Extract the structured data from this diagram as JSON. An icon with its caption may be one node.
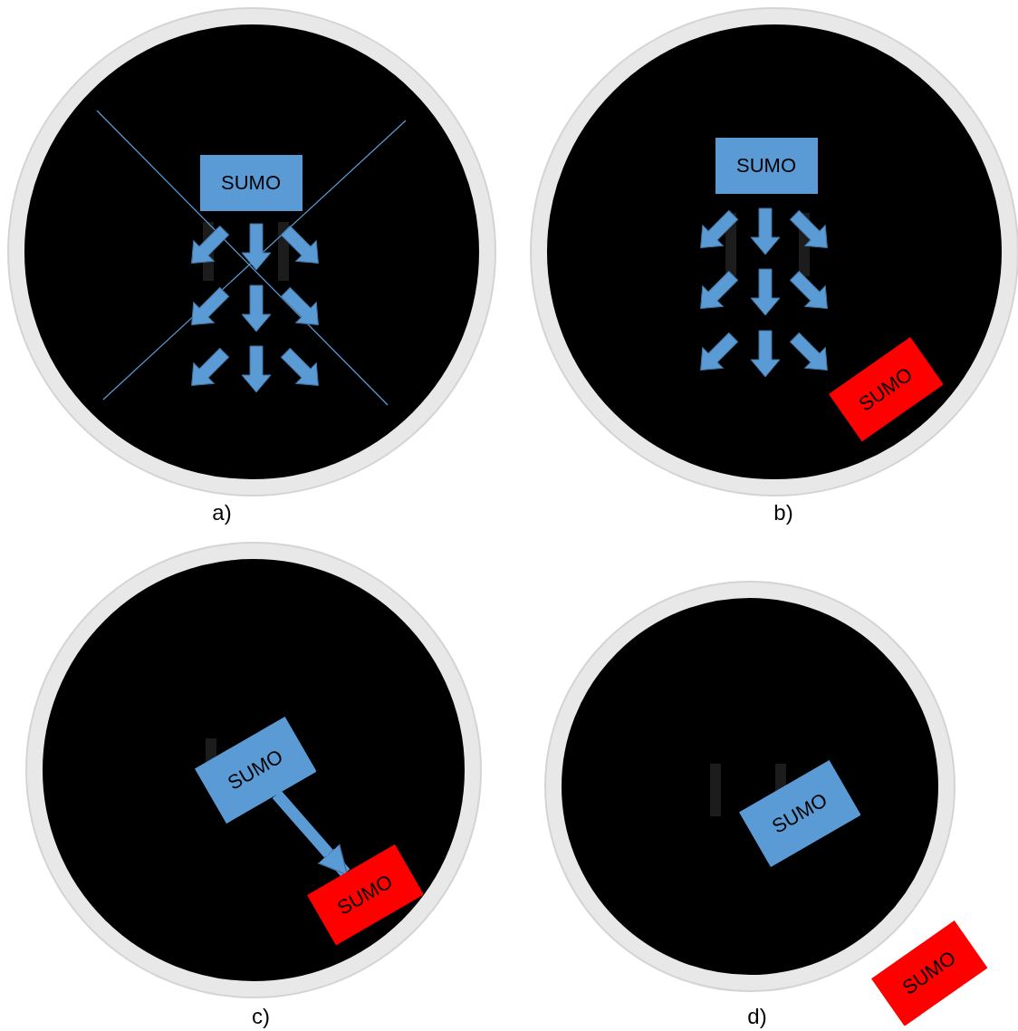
{
  "diagram": {
    "nodes": [
      {
        "text": [],
        "shape": "circle"
      },
      {
        "text": [
          "SUMO"
        ],
        "in": 0
      },
      {
        "text": [],
        "shape": "circle"
      },
      {
        "text": [
          "SUMO"
        ],
        "in": 2
      },
      {
        "text": [
          "SUMO"
        ],
        "in": 2
      },
      {
        "text": [],
        "shape": "circle"
      },
      {
        "text": [
          "SUMO"
        ],
        "in": 5
      },
      {
        "text": [
          "SUMO"
        ],
        "in": 5
      },
      {
        "text": [],
        "shape": "circle"
      },
      {
        "text": [
          "SUMO"
        ],
        "in": 8
      },
      {
        "text": [
          "SUMO"
        ]
      }
    ],
    "edges": [
      {
        "from": 6,
        "to": 7,
        "arrow": "to"
      }
    ],
    "labels": [
      "a)",
      "b)",
      "c)",
      "d)"
    ]
  }
}
